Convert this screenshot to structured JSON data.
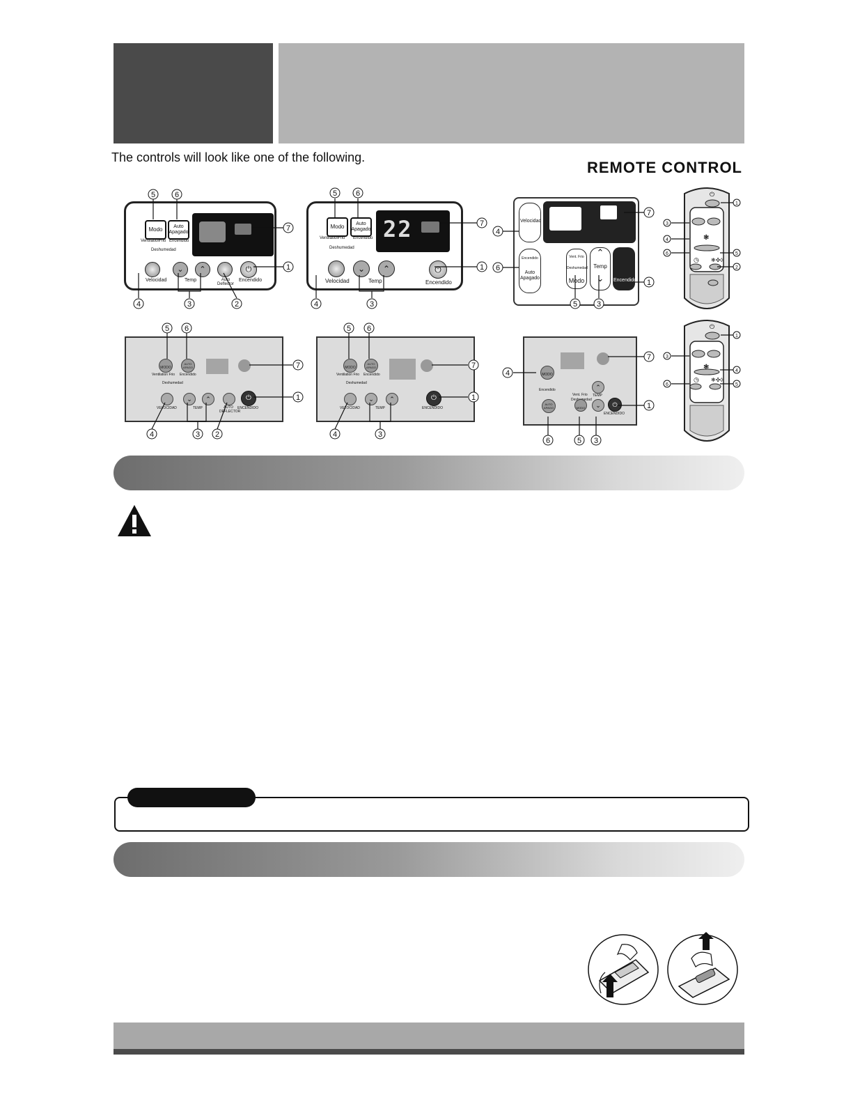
{
  "intro_text": "The controls will look like one of the following.",
  "remote_title": "REMOTE  CONTROL",
  "panel_a": {
    "mode": "Modo",
    "auto_off": "Auto Apagado",
    "ind_vent": "Ventilation",
    "ind_frio": "Frio",
    "ind_encendido": "Encendido",
    "ind_deshum": "Deshumedad",
    "speed": "Velocidad",
    "temp": "Temp",
    "auto_deflector": "Auto Deflector",
    "power": "Encendido"
  },
  "panel_b": {
    "mode": "Modo",
    "auto_off": "Auto Apagado",
    "ind_vent": "Ventilation",
    "ind_frio": "Frio",
    "ind_encendido": "Encendido",
    "ind_deshum": "Deshumedad",
    "display": "22",
    "speed": "Velocidad",
    "temp": "Temp",
    "power": "Encendido"
  },
  "panel_c": {
    "speed": "Velocidad",
    "auto_off_top": "Encendido",
    "auto_off": "Auto Apagado",
    "vent_frio": "Vent. Frio",
    "deshum": "Deshumedad",
    "mode": "Modo",
    "temp": "Temp",
    "power": "Encendido"
  },
  "panel_d": {
    "mode": "MODO",
    "auto_off": "AUTO APAGO",
    "ind_vent_frio": "Ventilation Frio",
    "ind_encendido": "Encendido",
    "ind_deshum": "Deshumedad",
    "speed": "VELOCIDAD",
    "temp": "TEMP",
    "auto_deflector": "AUTO DEFLECTOR",
    "power": "ENCENDIDO"
  },
  "panel_e": {
    "mode": "MODO",
    "auto_off": "AUTO APAGO",
    "ind_vent_frio": "Ventilation Frio",
    "ind_encendido": "Encendido",
    "ind_deshum": "Deshumedad",
    "speed": "VELOCIDAD",
    "temp": "TEMP",
    "power": "ENCENDIDO"
  },
  "panel_f": {
    "speed": "MODO",
    "ind_encendido": "Encendido",
    "auto_off": "AUTO APAGO",
    "ind_vent": "Vent.",
    "ind_frio": "Frio",
    "ind_deshum": "Deshumedad",
    "mode": "MODO",
    "temp": "TEMP",
    "power": "ENCENDIDO"
  },
  "callouts": [
    "1",
    "2",
    "3",
    "4",
    "5",
    "6",
    "7"
  ]
}
